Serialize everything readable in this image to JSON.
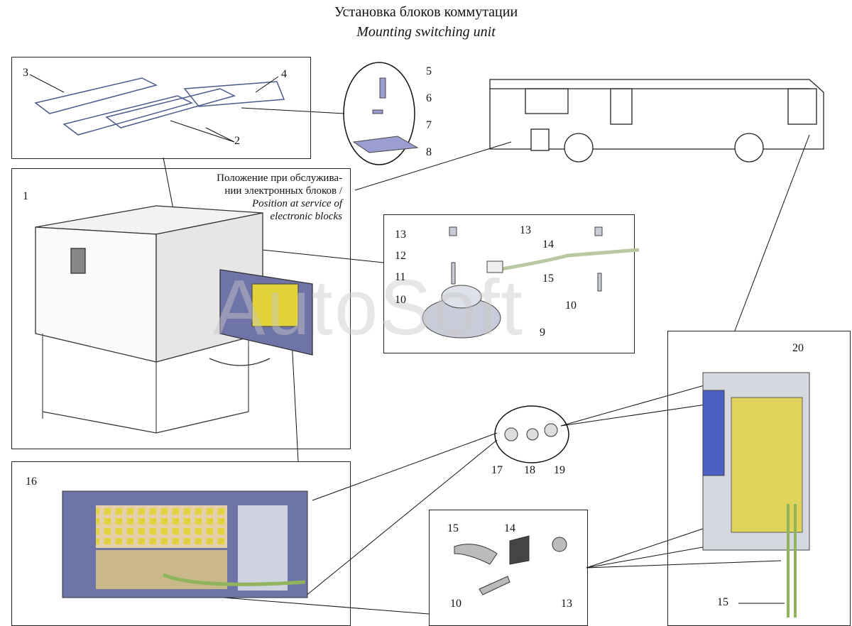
{
  "title": {
    "ru": "Установка блоков коммутации",
    "en": "Mounting switching unit"
  },
  "note": {
    "ru1": "Положение при обслужива-",
    "ru2": "нии электронных блоков /",
    "en1": "Position at service of",
    "en2": "electronic blocks"
  },
  "watermark": "AutoSoft",
  "callouts": [
    "1",
    "2",
    "3",
    "4",
    "5",
    "6",
    "7",
    "8",
    "9",
    "10",
    "11",
    "12",
    "13",
    "14",
    "15",
    "16",
    "17",
    "18",
    "19",
    "20"
  ],
  "colors": {
    "frame": "#222222",
    "panel_blue": "#6f74a8",
    "fuse_yellow": "#e2d23a",
    "cable_green": "#8fb45c"
  }
}
